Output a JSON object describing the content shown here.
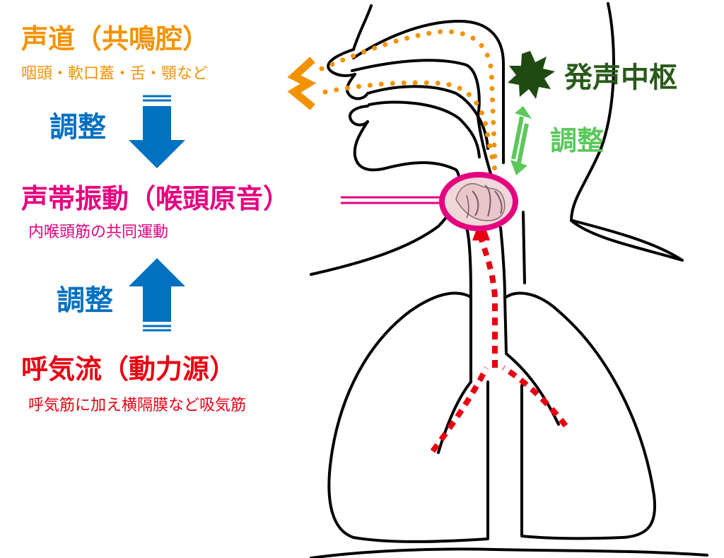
{
  "colors": {
    "vocal_tract": "#f39200",
    "adjust": "#0070c0",
    "vocal_folds": "#e4007f",
    "airflow": "#e60012",
    "center": "#2a5a1a",
    "center_arrows": "#5ac85a",
    "outline": "#000000"
  },
  "vocal_tract": {
    "title": "声道（共鳴腔）",
    "subtitle": "咽頭・軟口蓋・舌・顎など"
  },
  "adjust_top": "調整",
  "vocal_folds": {
    "title": "声帯振動（喉頭原音）",
    "subtitle": "内喉頭筋の共同運動"
  },
  "adjust_bottom": "調整",
  "airflow": {
    "title": "呼気流（動力源）",
    "subtitle": "呼気筋に加え横隔膜など吸気筋"
  },
  "center": {
    "title": "発声中枢",
    "adjust": "調整",
    "icon": "burst-icon"
  }
}
